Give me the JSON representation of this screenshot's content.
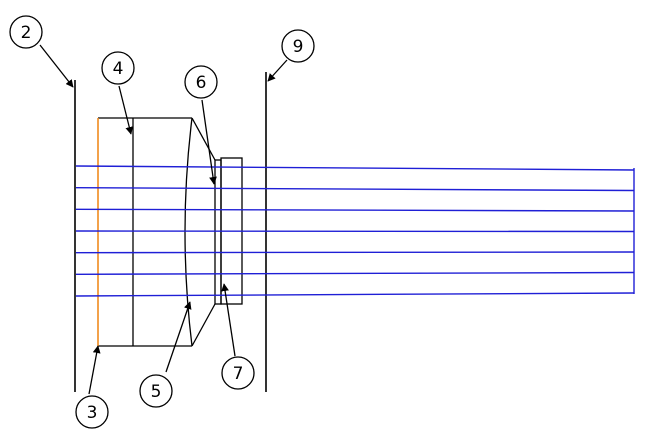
{
  "callouts": {
    "c2": "2",
    "c3": "3",
    "c4": "4",
    "c5": "5",
    "c6": "6",
    "c7": "7",
    "c9": "9"
  },
  "colors": {
    "rays": "#1f1fd6",
    "front_surface": "#f08a1e",
    "outline": "#000000",
    "background": "#ffffff"
  },
  "ray_count": 7
}
